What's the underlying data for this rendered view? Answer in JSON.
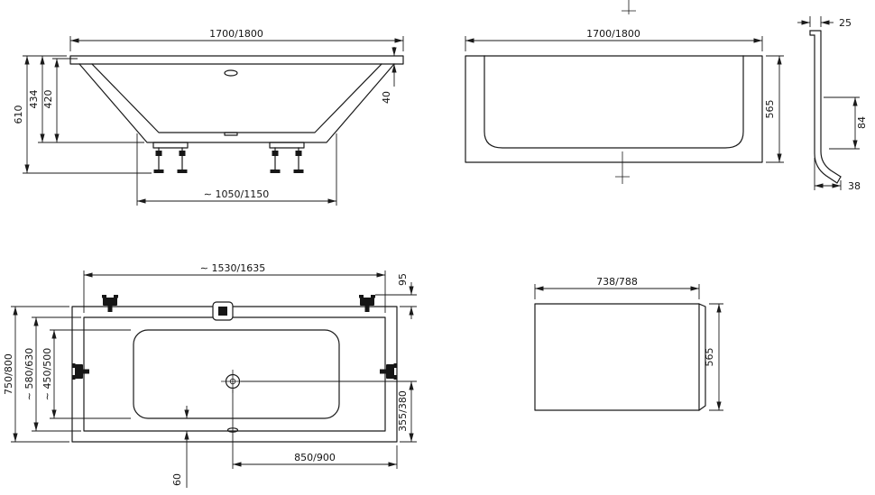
{
  "colors": {
    "line": "#1a1a1a",
    "background": "#ffffff"
  },
  "icons": {
    "faucet": "faucet-icon",
    "drain": "drain-icon",
    "overflow": "overflow-icon",
    "foot": "adjustable-foot-icon"
  },
  "views": {
    "side": {
      "dim_length": "1700/1800",
      "dim_height_total": "610",
      "dim_height_shell": "434",
      "dim_height_inner": "420",
      "dim_rim": "40",
      "dim_base": "∼ 1050/1150"
    },
    "front_panel": {
      "dim_length": "1700/1800",
      "dim_height": "565"
    },
    "profile": {
      "dim_top": "25",
      "dim_mid": "84",
      "dim_bottom": "38"
    },
    "plan": {
      "dim_inner_length": "∼ 1530/1635",
      "dim_corner": "95",
      "dim_width_outer": "750/800",
      "dim_width_mid": "∼ 580/630",
      "dim_width_inner": "∼ 450/500",
      "dim_drain_side": "355/380",
      "dim_drain_length": "850/900",
      "dim_overflow": "60"
    },
    "end_panel": {
      "dim_length": "738/788",
      "dim_height": "565"
    }
  }
}
